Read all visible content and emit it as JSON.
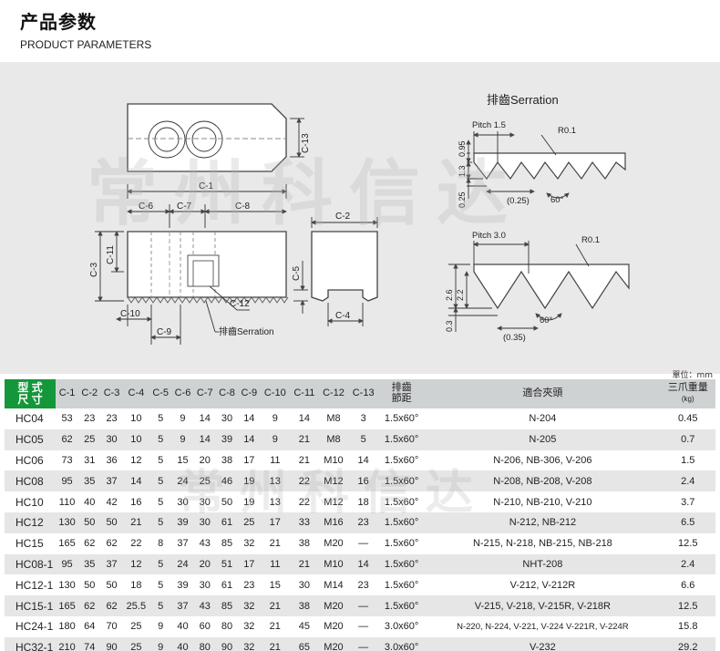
{
  "header": {
    "title_cn": "产品参数",
    "title_en": "PRODUCT PARAMETERS"
  },
  "watermark": "常州科信达",
  "drawing": {
    "serration_title": "排齒Serration",
    "serration_label": "排齒Serration",
    "dims": {
      "c1": "C-1",
      "c2": "C-2",
      "c3": "C-3",
      "c4": "C-4",
      "c5": "C-5",
      "c6": "C-6",
      "c7": "C-7",
      "c8": "C-8",
      "c9": "C-9",
      "c10": "C-10",
      "c11": "C-11",
      "c12": "C-12",
      "c13": "C-13"
    },
    "serr1": {
      "pitch": "Pitch 1.5",
      "r": "R0.1",
      "h1": "0.95",
      "h2": "1.3",
      "h3": "0.25",
      "w": "(0.25)",
      "angle": "60°"
    },
    "serr2": {
      "pitch": "Pitch 3.0",
      "r": "R0.1",
      "h1": "2.6",
      "h2": "2.2",
      "h3": "0.3",
      "w": "(0.35)",
      "angle": "60°"
    }
  },
  "unit": "單位：mm",
  "table": {
    "type_label": [
      "型 式",
      "尺 寸"
    ],
    "headers": [
      "C-1",
      "C-2",
      "C-3",
      "C-4",
      "C-5",
      "C-6",
      "C-7",
      "C-8",
      "C-9",
      "C-10",
      "C-11",
      "C-12",
      "C-13"
    ],
    "pitch_header": [
      "排齒",
      "節距"
    ],
    "chuck_header": "適合夾頭",
    "weight_header": [
      "三爪重量",
      "(kg)"
    ],
    "rows": [
      [
        "HC04",
        "53",
        "23",
        "23",
        "10",
        "5",
        "9",
        "14",
        "30",
        "14",
        "9",
        "14",
        "M8",
        "3",
        "1.5x60°",
        "N-204",
        "0.45"
      ],
      [
        "HC05",
        "62",
        "25",
        "30",
        "10",
        "5",
        "9",
        "14",
        "39",
        "14",
        "9",
        "21",
        "M8",
        "5",
        "1.5x60°",
        "N-205",
        "0.7"
      ],
      [
        "HC06",
        "73",
        "31",
        "36",
        "12",
        "5",
        "15",
        "20",
        "38",
        "17",
        "11",
        "21",
        "M10",
        "14",
        "1.5x60°",
        "N-206, NB-306, V-206",
        "1.5"
      ],
      [
        "HC08",
        "95",
        "35",
        "37",
        "14",
        "5",
        "24",
        "25",
        "46",
        "19",
        "13",
        "22",
        "M12",
        "16",
        "1.5x60°",
        "N-208, NB-208, V-208",
        "2.4"
      ],
      [
        "HC10",
        "110",
        "40",
        "42",
        "16",
        "5",
        "30",
        "30",
        "50",
        "19",
        "13",
        "22",
        "M12",
        "18",
        "1.5x60°",
        "N-210, NB-210, V-210",
        "3.7"
      ],
      [
        "HC12",
        "130",
        "50",
        "50",
        "21",
        "5",
        "39",
        "30",
        "61",
        "25",
        "17",
        "33",
        "M16",
        "23",
        "1.5x60°",
        "N-212, NB-212",
        "6.5"
      ],
      [
        "HC15",
        "165",
        "62",
        "62",
        "22",
        "8",
        "37",
        "43",
        "85",
        "32",
        "21",
        "38",
        "M20",
        "—",
        "1.5x60°",
        "N-215, N-218, NB-215, NB-218",
        "12.5"
      ],
      [
        "HC08-1",
        "95",
        "35",
        "37",
        "12",
        "5",
        "24",
        "20",
        "51",
        "17",
        "11",
        "21",
        "M10",
        "14",
        "1.5x60°",
        "NHT-208",
        "2.4"
      ],
      [
        "HC12-1",
        "130",
        "50",
        "50",
        "18",
        "5",
        "39",
        "30",
        "61",
        "23",
        "15",
        "30",
        "M14",
        "23",
        "1.5x60°",
        "V-212, V-212R",
        "6.6"
      ],
      [
        "HC15-1",
        "165",
        "62",
        "62",
        "25.5",
        "5",
        "37",
        "43",
        "85",
        "32",
        "21",
        "38",
        "M20",
        "—",
        "1.5x60°",
        "V-215, V-218, V-215R, V-218R",
        "12.5"
      ],
      [
        "HC24-1",
        "180",
        "64",
        "70",
        "25",
        "9",
        "40",
        "60",
        "80",
        "32",
        "21",
        "45",
        "M20",
        "—",
        "3.0x60°",
        "N-220, N-224, V-221, V-224 V-221R, V-224R",
        "15.8"
      ],
      [
        "HC32-1",
        "210",
        "74",
        "90",
        "25",
        "9",
        "40",
        "80",
        "90",
        "32",
        "21",
        "65",
        "M20",
        "—",
        "3.0x60°",
        "V-232",
        "29.2"
      ]
    ]
  }
}
